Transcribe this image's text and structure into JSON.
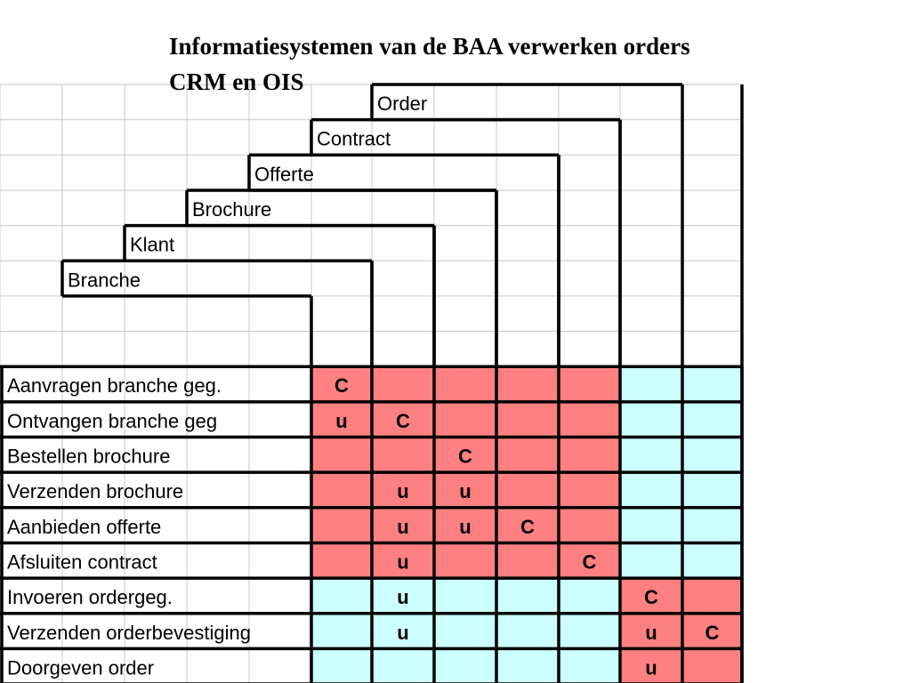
{
  "title": {
    "line1": "Informatiesystemen van de BAA verwerken orders",
    "line2": "CRM en OIS"
  },
  "colors": {
    "crm_fill": "#ff8080",
    "ois_fill": "#ccffff",
    "grid_line": "#c8c8c8",
    "border": "#000000"
  },
  "entities": [
    "Branche",
    "Klant",
    "Brochure",
    "Offerte",
    "Contract",
    "Order"
  ],
  "processes": [
    {
      "name": "Aanvragen branche geg.",
      "cells": [
        "C",
        "",
        "",
        "",
        "",
        "",
        ""
      ],
      "system": [
        "crm",
        "crm",
        "crm",
        "crm",
        "crm",
        "ois",
        "ois"
      ]
    },
    {
      "name": "Ontvangen branche geg",
      "cells": [
        "u",
        "C",
        "",
        "",
        "",
        "",
        ""
      ],
      "system": [
        "crm",
        "crm",
        "crm",
        "crm",
        "crm",
        "ois",
        "ois"
      ]
    },
    {
      "name": "Bestellen brochure",
      "cells": [
        "",
        "",
        "C",
        "",
        "",
        "",
        ""
      ],
      "system": [
        "crm",
        "crm",
        "crm",
        "crm",
        "crm",
        "ois",
        "ois"
      ]
    },
    {
      "name": "Verzenden brochure",
      "cells": [
        "",
        "u",
        "u",
        "",
        "",
        "",
        ""
      ],
      "system": [
        "crm",
        "crm",
        "crm",
        "crm",
        "crm",
        "ois",
        "ois"
      ]
    },
    {
      "name": "Aanbieden offerte",
      "cells": [
        "",
        "u",
        "u",
        "C",
        "",
        "",
        ""
      ],
      "system": [
        "crm",
        "crm",
        "crm",
        "crm",
        "crm",
        "ois",
        "ois"
      ]
    },
    {
      "name": "Afsluiten contract",
      "cells": [
        "",
        "u",
        "",
        "",
        "C",
        "",
        ""
      ],
      "system": [
        "crm",
        "crm",
        "crm",
        "crm",
        "crm",
        "ois",
        "ois"
      ]
    },
    {
      "name": "Invoeren ordergeg.",
      "cells": [
        "",
        "u",
        "",
        "",
        "",
        "C",
        ""
      ],
      "system": [
        "ois",
        "ois",
        "ois",
        "ois",
        "ois",
        "crm",
        "crm"
      ]
    },
    {
      "name": "Verzenden orderbevestiging",
      "cells": [
        "",
        "u",
        "",
        "",
        "",
        "u",
        "C"
      ],
      "system": [
        "ois",
        "ois",
        "ois",
        "ois",
        "ois",
        "crm",
        "crm"
      ]
    },
    {
      "name": "Doorgeven order",
      "cells": [
        "",
        "",
        "",
        "",
        "",
        "u",
        ""
      ],
      "system": [
        "ois",
        "ois",
        "ois",
        "ois",
        "ois",
        "crm",
        "crm"
      ]
    }
  ]
}
